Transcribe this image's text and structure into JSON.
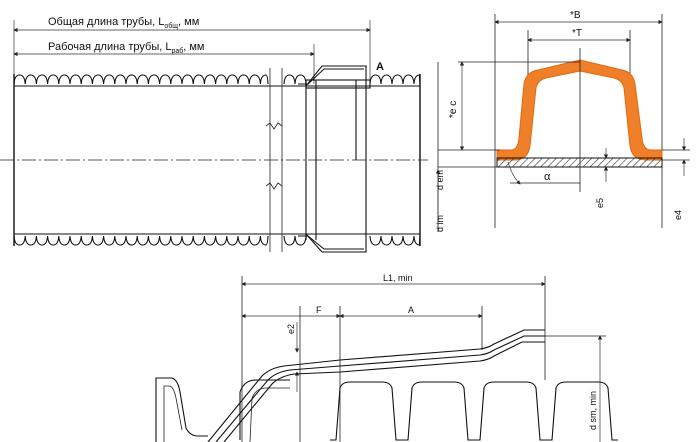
{
  "colors": {
    "profile_fill": "#f07f2a",
    "profile_stroke": "#e06a10",
    "hatch": "#333333",
    "line": "#111111",
    "background": "#ffffff"
  },
  "labels": {
    "total_length_main": "Общая длина трубы, L",
    "total_length_sub": "общ",
    "total_length_unit": ", мм",
    "working_length_main": "Рабочая длина трубы, L",
    "working_length_sub": "раб",
    "working_length_unit": ", мм",
    "detail_marker": "A",
    "profile_width": "*B",
    "crest_width": "*T",
    "profile_height": "*e c",
    "outer_diameter": "d em",
    "inner_diameter": "d im",
    "angle": "α",
    "liner_thickness": "e5",
    "wall_thickness": "e4",
    "socket_length": "L1, min",
    "socket_offset": "F",
    "socket_section": "A",
    "socket_wall": "e2",
    "socket_diameter": "d sm, min"
  }
}
